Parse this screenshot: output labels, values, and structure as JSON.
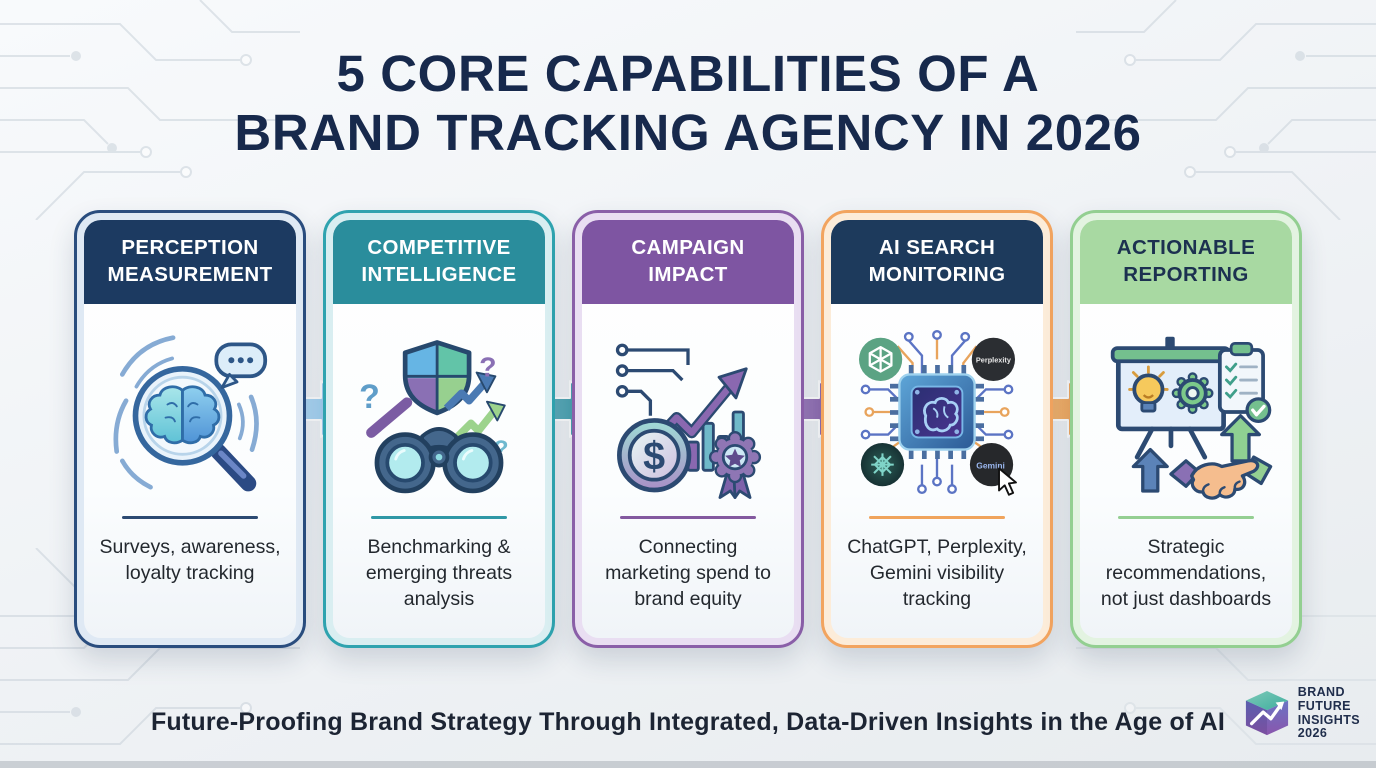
{
  "title": {
    "line1": "5 CORE CAPABILITIES OF A",
    "line2": "BRAND TRACKING AGENCY IN 2026"
  },
  "cards": [
    {
      "id": "perception-measurement",
      "title_line1": "PERCEPTION",
      "title_line2": "MEASUREMENT",
      "caption": "Surveys, awareness, loyalty tracking",
      "icon": "brain-magnifier-icon",
      "colors": {
        "border": "#2a4d7e",
        "header_bg": "#1c3a61",
        "header_text": "#ffffff",
        "divider": "#2c4a72"
      }
    },
    {
      "id": "competitive-intelligence",
      "title_line1": "COMPETITIVE",
      "title_line2": "INTELLIGENCE",
      "caption": "Benchmarking & emerging threats analysis",
      "icon": "binoculars-shield-icon",
      "icon_glyphs": {
        "question_mark": "?"
      },
      "colors": {
        "border": "#2fa3af",
        "header_bg": "#2a8d9c",
        "header_text": "#ffffff",
        "divider": "#2f98a6"
      }
    },
    {
      "id": "campaign-impact",
      "title_line1": "CAMPAIGN",
      "title_line2": "IMPACT",
      "caption": "Connecting marketing spend to brand equity",
      "icon": "coin-chart-award-icon",
      "icon_glyphs": {
        "dollar": "$"
      },
      "colors": {
        "border": "#8a5fa8",
        "header_bg": "#7e55a2",
        "header_text": "#ffffff",
        "divider": "#83599f"
      }
    },
    {
      "id": "ai-search-monitoring",
      "title_line1": "AI SEARCH",
      "title_line2": "MONITORING",
      "caption": "ChatGPT, Perplexity, Gemini visibility tracking",
      "icon": "ai-chip-icon",
      "ai_logos": {
        "perplexity": "Perplexity",
        "gemini": "Gemini"
      },
      "colors": {
        "border": "#f2a45f",
        "header_bg": "#1d3a5c",
        "header_text": "#ffffff",
        "divider": "#f0a45c"
      }
    },
    {
      "id": "actionable-reporting",
      "title_line1": "ACTIONABLE",
      "title_line2": "REPORTING",
      "caption": "Strategic recommendations, not just dashboards",
      "icon": "presentation-handshake-icon",
      "colors": {
        "border": "#93cf91",
        "header_bg": "#a8d9a2",
        "header_text": "#1c3150",
        "divider": "#94cf92"
      }
    }
  ],
  "arrows": [
    {
      "name": "flow-arrow-1",
      "color_start": "#c2e3f8",
      "color_end": "#8fc7ef"
    },
    {
      "name": "flow-arrow-2",
      "color_start": "#7ac3cd",
      "color_end": "#2e8d9e"
    },
    {
      "name": "flow-arrow-3",
      "color_start": "#b193cc",
      "color_end": "#7a54a0"
    },
    {
      "name": "flow-arrow-4",
      "color_start": "#f9c488",
      "color_end": "#ee9a46"
    }
  ],
  "footer": {
    "tagline": "Future-Proofing Brand Strategy Through Integrated, Data-Driven Insights in the Age of AI"
  },
  "logo": {
    "line1": "BRAND",
    "line2": "FUTURE",
    "line3": "INSIGHTS",
    "line4": "2026"
  }
}
